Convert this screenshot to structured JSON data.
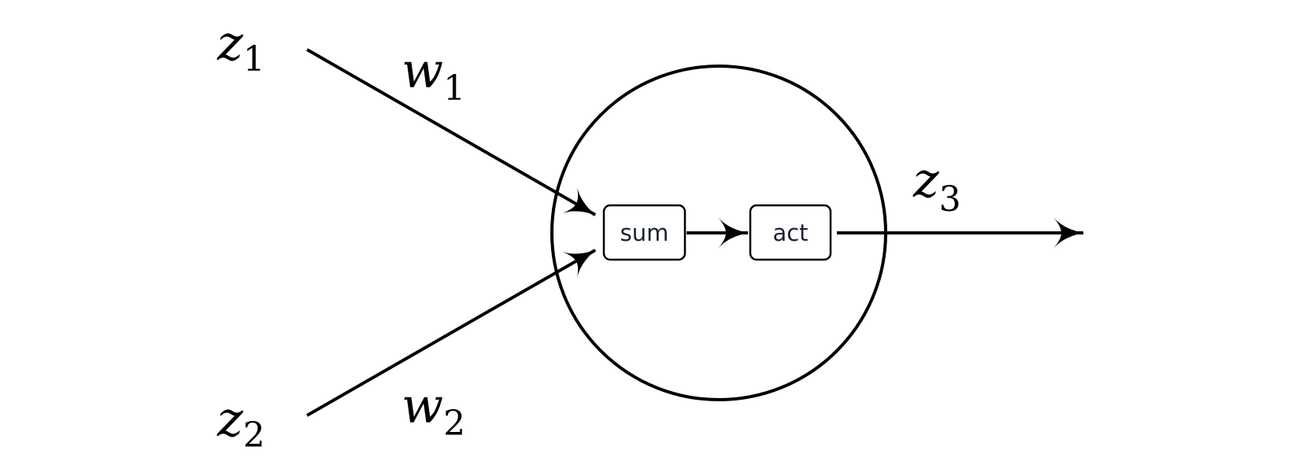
{
  "diagram": {
    "inputs": [
      {
        "variable": "z",
        "index": "1"
      },
      {
        "variable": "z",
        "index": "2"
      }
    ],
    "weights": [
      {
        "variable": "w",
        "index": "1"
      },
      {
        "variable": "w",
        "index": "2"
      }
    ],
    "output": {
      "variable": "z",
      "index": "3"
    },
    "stages": {
      "sum_label": "sum",
      "activation_label": "act"
    },
    "colors": {
      "stroke": "#000000",
      "box_text": "#1a2230",
      "background": "#ffffff"
    }
  }
}
